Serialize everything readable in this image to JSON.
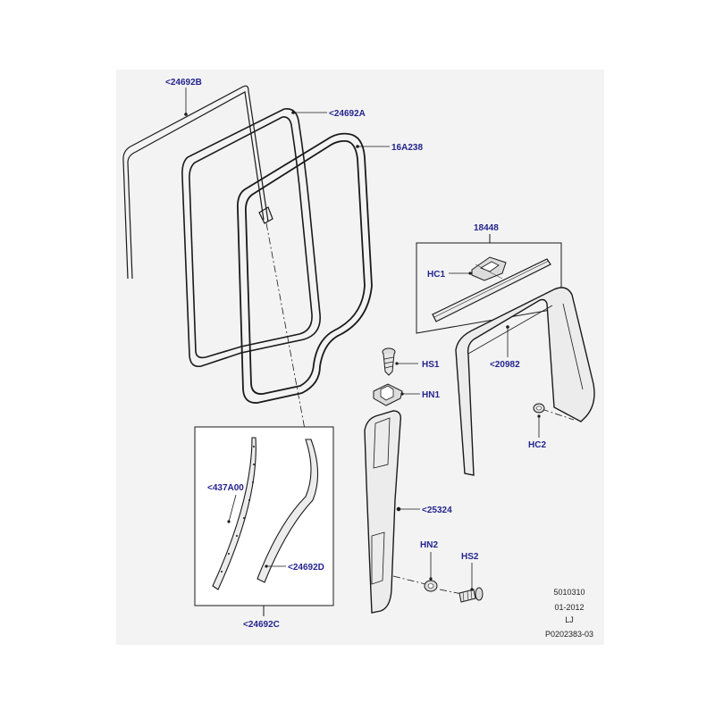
{
  "colors": {
    "label": "#24248f",
    "line": "#1a1a1a",
    "panel": "#f3f3f3",
    "part_fill": "#ececec",
    "background": "#ffffff"
  },
  "labels": {
    "p24692B": "<24692B",
    "p24692A": "<24692A",
    "p16A238": "16A238",
    "p18448": "18448",
    "HC1": "HC1",
    "HS1": "HS1",
    "p20982": "<20982",
    "HN1": "HN1",
    "HC2": "HC2",
    "p437A00": "<437A00",
    "p25324": "<25324",
    "HN2": "HN2",
    "HS2": "HS2",
    "p24692D": "<24692D",
    "p24692C": "<24692C"
  },
  "reference": {
    "code": "5010310",
    "date": "01-2012",
    "initials": "LJ",
    "drawing_id": "P0202383-03"
  }
}
